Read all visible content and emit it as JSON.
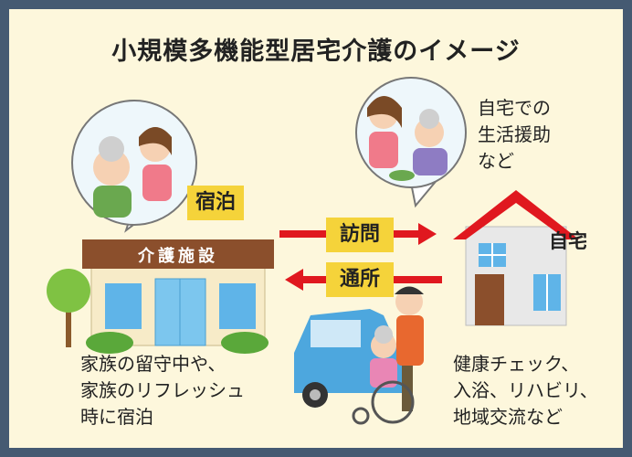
{
  "title": "小規模多機能型居宅介護のイメージ",
  "labels": {
    "stay": "宿泊",
    "visit": "訪問",
    "commute": "通所",
    "home": "自宅",
    "facility_sign": "介護施設"
  },
  "texts": {
    "home_support": [
      "自宅での",
      "生活援助",
      "など"
    ],
    "family_stay": [
      "家族の留守中や、",
      "家族のリフレッシュ",
      "時に宿泊"
    ],
    "services": [
      "健康チェック、",
      "入浴、リハビリ、",
      "地域交流など"
    ]
  },
  "colors": {
    "arrow": "#e0181f",
    "tag": "#f5d33a",
    "roof": "#e0181f",
    "facility": "#8b4f2c",
    "background": "#fdf7dc",
    "frame": "#455a72"
  }
}
